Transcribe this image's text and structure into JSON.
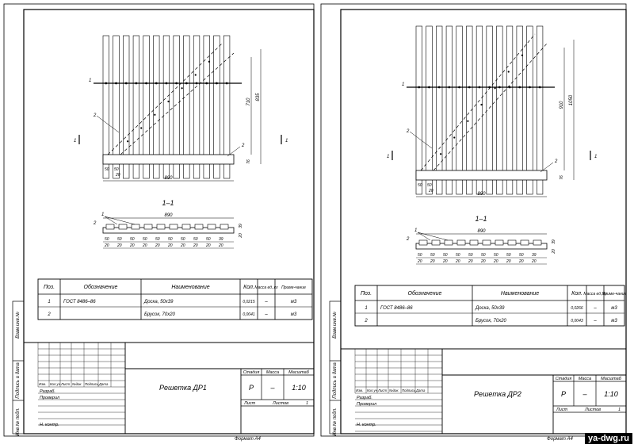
{
  "sheets": [
    {
      "id": "dr1",
      "dims": {
        "width": "890",
        "height_inner": "710",
        "height_total": "835",
        "bottom": "76",
        "w50a": "50",
        "w50b": "50",
        "w20": "20",
        "sec_width": "890",
        "sec_h1": "39",
        "sec_h2": "20"
      },
      "section_title": "1–1",
      "cut_label": "1",
      "callouts": {
        "c1": "1",
        "c2": "2"
      },
      "section_dims": [
        "50",
        "50",
        "50",
        "50",
        "50",
        "50",
        "50",
        "50",
        "50",
        "39"
      ],
      "section_dims_row2": [
        "20",
        "20",
        "20",
        "20",
        "20",
        "20",
        "20",
        "20",
        "20",
        "20"
      ],
      "table": {
        "headers": {
          "pos": "Поз.",
          "designation": "Обозначение",
          "name": "Наименование",
          "qty": "Кол.",
          "mass": "Масса ед.,кг",
          "note": "Приме-чание"
        },
        "rows": [
          {
            "pos": "1",
            "designation": "ГОСТ 8486–86",
            "name": "Доска, 50х39",
            "qty": "0,0215",
            "mass": "–",
            "note": "м3"
          },
          {
            "pos": "2",
            "designation": "",
            "name": "Брусок, 70х20",
            "qty": "0,0041",
            "mass": "–",
            "note": "м3"
          }
        ]
      },
      "title_block": {
        "col_izm": "Изм.",
        "col_kol": "Кол.уч",
        "col_list": "Лист",
        "col_doc": "№док.",
        "col_sign": "Подпись",
        "col_date": "Дата",
        "razrab": "Разраб.",
        "proveril": "Проверил",
        "nkontr": "Н. контр.",
        "title": "Решетка ДР1",
        "stage_label": "Стадия",
        "mass_label": "Масса",
        "scale_label": "Масштаб",
        "stage": "Р",
        "mass": "–",
        "scale": "1:10",
        "sheet_label": "Лист",
        "sheets_label": "Листов",
        "sheets": "1"
      },
      "side_labels": [
        "Инв.№ подл.",
        "Подпись и дата",
        "Взам.инв.№"
      ],
      "format": "Формат А4"
    },
    {
      "id": "dr2",
      "dims": {
        "width": "890",
        "height_inner": "910",
        "height_total": "1050",
        "bottom": "76",
        "w50a": "50",
        "w50b": "50",
        "w20": "20",
        "sec_width": "890",
        "sec_h1": "39",
        "sec_h2": "20"
      },
      "section_title": "1–1",
      "cut_label": "1",
      "callouts": {
        "c1": "1",
        "c2": "2"
      },
      "section_dims": [
        "50",
        "50",
        "50",
        "50",
        "50",
        "50",
        "50",
        "50",
        "50",
        "39"
      ],
      "section_dims_row2": [
        "20",
        "20",
        "20",
        "20",
        "20",
        "20",
        "20",
        "20",
        "20",
        "20"
      ],
      "table": {
        "headers": {
          "pos": "Поз.",
          "designation": "Обозначение",
          "name": "Наименование",
          "qty": "Кол.",
          "mass": "Масса ед.,кг",
          "note": "Приме-чание"
        },
        "rows": [
          {
            "pos": "1",
            "designation": "ГОСТ 8486–86",
            "name": "Доска, 50х39",
            "qty": "0,0266",
            "mass": "–",
            "note": "м3"
          },
          {
            "pos": "2",
            "designation": "",
            "name": "Брусок, 70х20",
            "qty": "0,0043",
            "mass": "–",
            "note": "м3"
          }
        ]
      },
      "title_block": {
        "col_izm": "Изм.",
        "col_kol": "Кол.уч",
        "col_list": "Лист",
        "col_doc": "№док.",
        "col_sign": "Подпись",
        "col_date": "Дата",
        "razrab": "Разраб.",
        "proveril": "Проверил",
        "nkontr": "Н. контр.",
        "title": "Решетка ДР2",
        "stage_label": "Стадия",
        "mass_label": "Масса",
        "scale_label": "Масштаб",
        "stage": "Р",
        "mass": "–",
        "scale": "1:10",
        "sheet_label": "Лист",
        "sheets_label": "Листов",
        "sheets": "1"
      },
      "side_labels": [
        "Инв.№ подл.",
        "Подпись и дата",
        "Взам.инв.№"
      ],
      "format": "Формат А4"
    }
  ],
  "watermark": "ya-dwg.ru"
}
